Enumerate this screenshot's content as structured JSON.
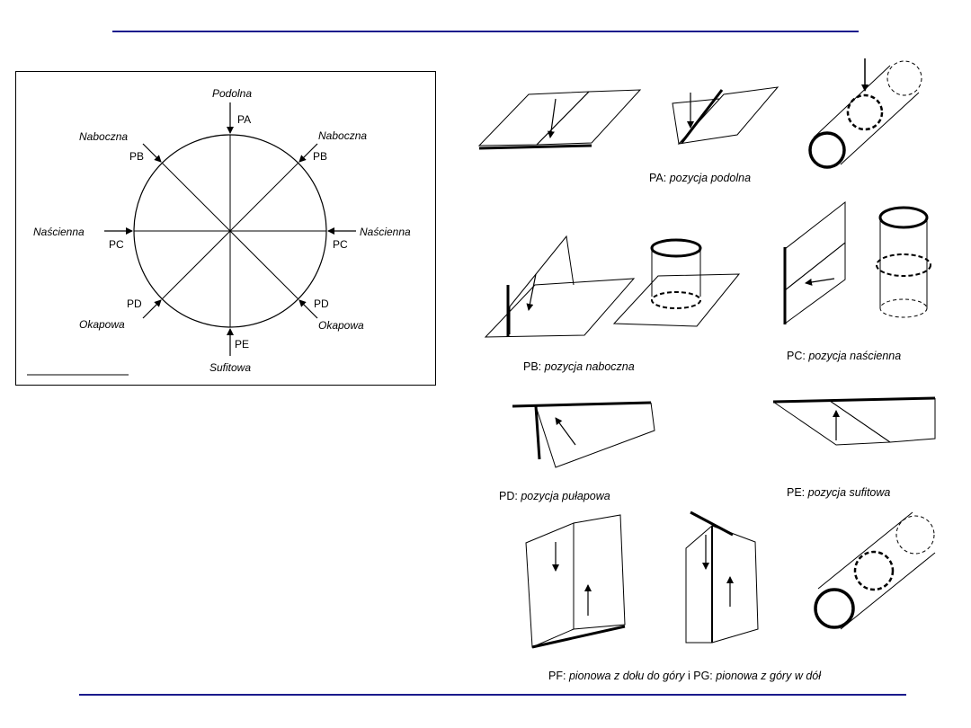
{
  "circle_diagram": {
    "top": {
      "name": "Podolna",
      "code": "PA"
    },
    "top_left": {
      "name": "Naboczna",
      "code": "PB"
    },
    "top_right": {
      "name": "Naboczna",
      "code": "PB"
    },
    "left": {
      "name": "Naścienna",
      "code": "PC"
    },
    "right": {
      "name": "Naścienna",
      "code": "PC"
    },
    "bottom_left": {
      "name": "Okapowa",
      "code": "PD"
    },
    "bottom_right": {
      "name": "Okapowa",
      "code": "PD"
    },
    "bottom": {
      "name": "Sufitowa",
      "code": "PE"
    }
  },
  "captions": {
    "pa": {
      "code": "PA:",
      "text": "pozycja podolna"
    },
    "pb": {
      "code": "PB:",
      "text": "pozycja naboczna"
    },
    "pc": {
      "code": "PC:",
      "text": "pozycja naścienna"
    },
    "pd": {
      "code": "PD:",
      "text": "pozycja pułapowa"
    },
    "pe": {
      "code": "PE:",
      "text": "pozycja sufitowa"
    },
    "pf": {
      "code": "PF:",
      "text": "pionowa z dołu do góry",
      "joiner": " i "
    },
    "pg": {
      "code": "PG:",
      "text": "pionowa z góry w dół"
    }
  },
  "colors": {
    "rule": "#1a1a8c",
    "ink": "#000000"
  }
}
